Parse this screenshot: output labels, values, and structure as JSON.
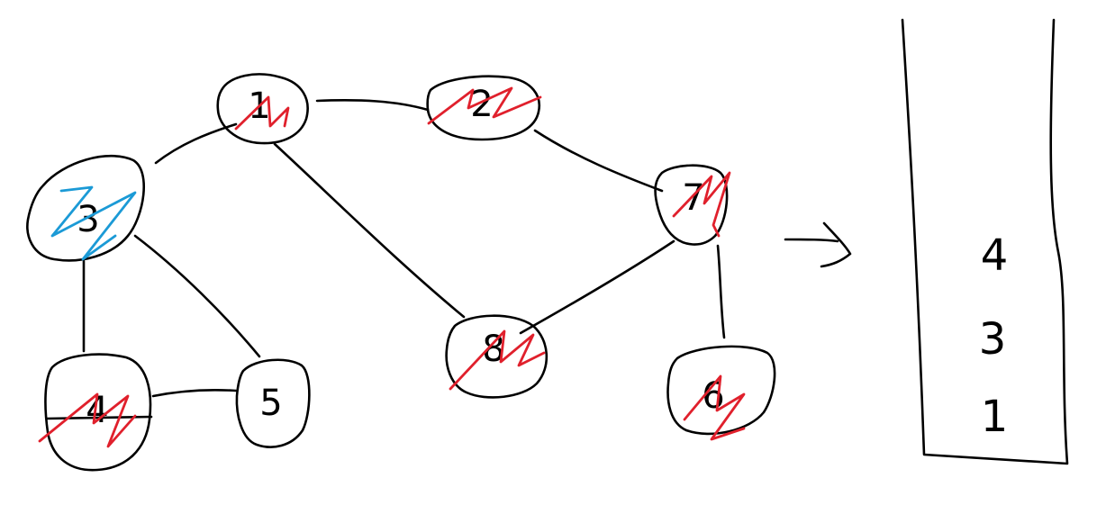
{
  "colors": {
    "ink": "#000000",
    "visited_mark": "#e0202c",
    "current_mark": "#1b9ad6"
  },
  "graph": {
    "nodes": {
      "n1": {
        "label": "1",
        "state": "visited"
      },
      "n2": {
        "label": "2",
        "state": "visited"
      },
      "n3": {
        "label": "3",
        "state": "current"
      },
      "n4": {
        "label": "4",
        "state": "visited"
      },
      "n5": {
        "label": "5",
        "state": "unvisited"
      },
      "n6": {
        "label": "6",
        "state": "visited"
      },
      "n7": {
        "label": "7",
        "state": "visited"
      },
      "n8": {
        "label": "8",
        "state": "visited"
      }
    },
    "edges": [
      [
        "1",
        "2"
      ],
      [
        "1",
        "3"
      ],
      [
        "1",
        "8"
      ],
      [
        "2",
        "7"
      ],
      [
        "7",
        "8"
      ],
      [
        "7",
        "6"
      ],
      [
        "3",
        "4"
      ],
      [
        "3",
        "5"
      ],
      [
        "4",
        "5"
      ]
    ]
  },
  "arrow": {
    "icon": "right-arrow-icon"
  },
  "stack": {
    "items": [
      "4",
      "3",
      "1"
    ]
  }
}
